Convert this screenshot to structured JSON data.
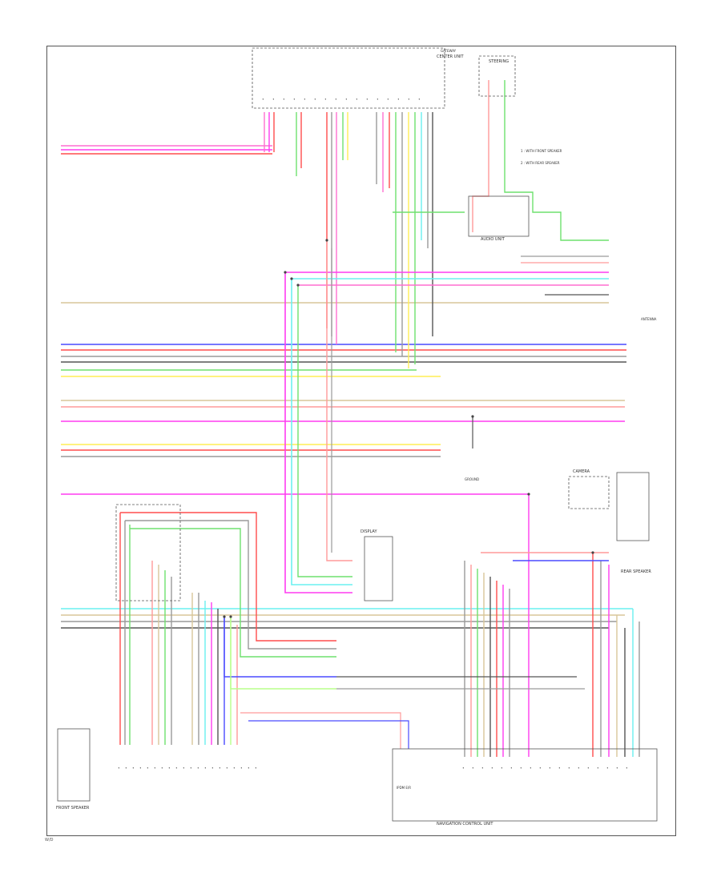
{
  "colors": {
    "pink": "#ff6fd0",
    "magenta": "#ff3cf0",
    "red": "#ff4d4d",
    "blue": "#4a4aff",
    "green": "#6ee06e",
    "yellow": "#ffee55",
    "cyan": "#6af0f0",
    "gray": "#9a9a9a",
    "tan": "#d8c69a",
    "dark": "#555555",
    "salmon": "#ff9a9a",
    "lime": "#b8ff8a"
  },
  "diagram": {
    "labels": {
      "gateway": "GATEWAY",
      "center_unit": "CENTER UNIT",
      "steering": "STEERING",
      "nav_unit": "NAVIGATION CONTROL UNIT",
      "camera": "CAMERA",
      "display": "DISPLAY",
      "ground": "GROUND",
      "front_speaker": "FRONT SPEAKER",
      "rear_speaker": "REAR SPEAKER",
      "antenna": "ANTENNA",
      "ipdm": "IPDM E/R",
      "audio_unit": "AUDIO UNIT",
      "note_1": "1 : WITH FRONT SPEAKER",
      "note_2": "2 : WITH REAR SPEAKER",
      "footer": "W/D"
    }
  }
}
